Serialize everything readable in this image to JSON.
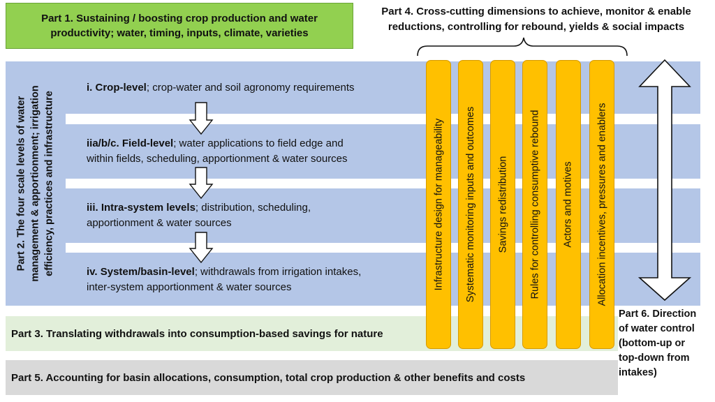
{
  "part1": {
    "text": "Part 1. Sustaining / boosting crop production and water productivity; water, timing, inputs, climate, varieties"
  },
  "part4": {
    "title_line1": "Part 4. Cross-cutting dimensions to achieve, monitor & enable",
    "title_line2": "reductions, controlling for rebound, yields & social impacts",
    "pillars": [
      "Infrastructure design for manageability",
      "Systematic monitoring inputs and outcomes",
      "Savings redistribution",
      "Rules for controlling consumptive rebound",
      "Actors and motives",
      "Allocation incentives, pressures and enablers"
    ]
  },
  "part2": {
    "label_line1": "Part 2. The four scale levels of water",
    "label_line2": "management & apportionment; irrigation",
    "label_line3": "efficiency, practices and infrastructure"
  },
  "levels": [
    {
      "bold": "i. Crop-level",
      "rest": "; crop-water and soil agronomy requirements",
      "line2": ""
    },
    {
      "bold": "iia/b/c. Field-level",
      "rest": "; water applications to field edge and",
      "line2": "within fields, scheduling, apportionment & water sources"
    },
    {
      "bold": "iii. Intra-system levels",
      "rest": "; distribution, scheduling,",
      "line2": "apportionment & water sources"
    },
    {
      "bold": "iv. System/basin-level",
      "rest": "; withdrawals from irrigation intakes,",
      "line2": "inter-system apportionment & water sources"
    }
  ],
  "part3": {
    "text": "Part 3. Translating withdrawals into consumption-based savings for nature"
  },
  "part5": {
    "text": "Part 5. Accounting for basin allocations, consumption, total crop production & other benefits and costs"
  },
  "part6": {
    "line1": "Part 6. Direction",
    "line2": "of water control",
    "line3": "(bottom-up or",
    "line4": "top-down from",
    "line5": "intakes)"
  },
  "colors": {
    "part1_green": "#92d050",
    "level_blue": "#b4c6e7",
    "part3_green": "#e2efda",
    "part5_grey": "#d9d9d9",
    "pillar_orange": "#ffc000"
  }
}
